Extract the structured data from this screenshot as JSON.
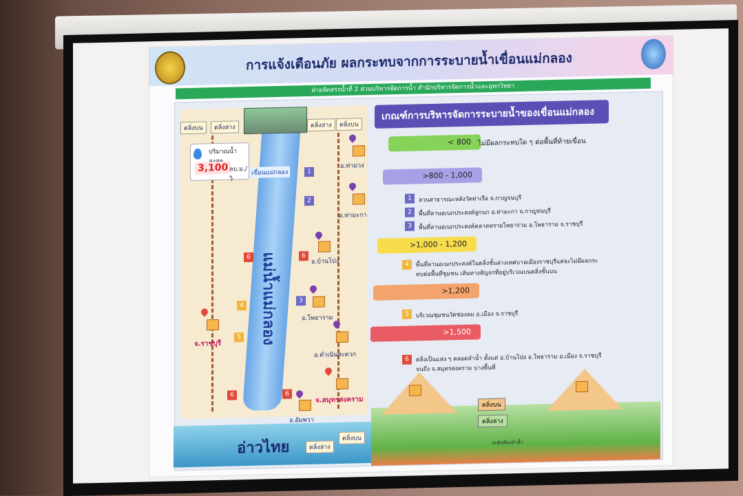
{
  "header": {
    "title": "การแจ้งเตือนภัย ผลกระทบจากการระบายน้ำเขื่อนแม่กลอง",
    "subtitle": "ฝ่ายจัดสรรน้ำที่ 2 ส่วนบริหารจัดการน้ำ สำนักบริหารจัดการน้ำและอุทกวิทยา"
  },
  "map": {
    "max_flow_label": "ปริมาณน้ำสูงสุด",
    "max_flow_value": "3,100",
    "max_flow_unit": "ลบ.ม./วิ",
    "dam_label": "เขื่อนแม่กลอง",
    "river_label": "แม่น้ำแม่กลอง",
    "sea_label": "อ่าวไทย",
    "places": [
      "อ.ท่าม่วง",
      "อ.ท่ามะกา",
      "อ.บ้านโป่ง",
      "อ.โพธาราม",
      "อ.ดำเนินสะดวก",
      "อ.อัมพวา"
    ],
    "provinces": [
      "จ.ราชบุรี",
      "จ.สมุทรสงคราม"
    ],
    "levels": [
      "ตลิ่งบน",
      "ตลิ่งล่าง",
      "ตลิ่งล่าง",
      "ตลิ่งบน",
      "ตลิ่งล่าง",
      "ตลิ่งบน"
    ]
  },
  "criteria": {
    "heading": "เกณฑ์การบริหารจัดการระบายน้ำของเขื่อนแม่กลอง",
    "tiers": [
      {
        "range": "< 800",
        "note": "ไม่มีผลกระทบใด ๆ ต่อพื้นที่ท้ายเขื่อน"
      },
      {
        "range": ">800 - 1,000",
        "note": ""
      },
      {
        "range": ">1,000 - 1,200",
        "note": ""
      },
      {
        "range": ">1,200",
        "note": ""
      },
      {
        "range": ">1,500",
        "note": ""
      }
    ],
    "items": [
      "สวนสาธารณะหลังวัดท่าเรือ จ.กาญจนบุรี",
      "พื้นที่ลานอเนกประสงค์ลูกนก อ.ท่ามะกา จ.กาญจนบุรี",
      "พื้นที่ลานอเนกประสงค์ตลาดทรายโพธาราม อ.โพธาราม จ.ราชบุรี",
      "พื้นที่ลานอเนกประสงค์ในตลิ่งชั้นล่างเทศบาลเมืองราชบุรีแต่จะไม่มีผลกระทบต่อพื้นที่ชุมชน เส้นทางสัญจรที่อยู่บริเวณบนตลิ่งชั้นบน",
      "บริเวณชุมชนวัดช่องลม อ.เมือง จ.ราชบุรี",
      "ตลิ่งเป็นแห่ง ๆ ตลอดลำน้ำ ตั้งแต่ อ.บ้านโป่ง อ.โพธาราม อ.เมือง จ.ราชบุรี จนถึง จ.สมุทรสงคราม บางพื้นที่"
    ],
    "bank_upper": "ตลิ่งบน",
    "bank_lower": "ตลิ่งล่าง",
    "river_bed": "ระดับท้องลำน้ำ"
  },
  "colors": {
    "header_text": "#1c2a6b",
    "tier_green": "#86d35a",
    "tier_purple": "#a7a0e6",
    "tier_yellow": "#f7dc4c",
    "tier_orange": "#f5a36c",
    "tier_red": "#ea5c63"
  }
}
